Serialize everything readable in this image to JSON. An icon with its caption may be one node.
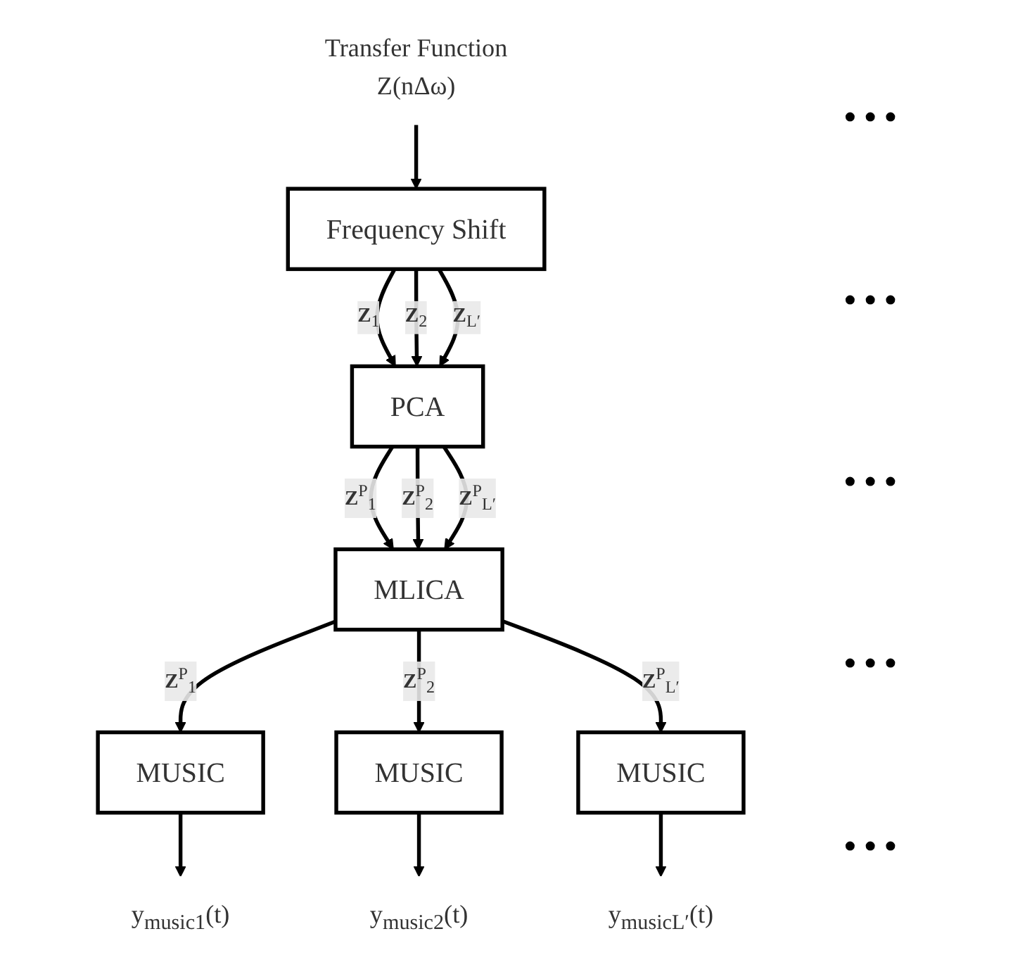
{
  "diagram": {
    "nodes": [
      {
        "text": [
          "Transfer Function",
          "Z(nΔω)"
        ]
      },
      {
        "text": [
          "Frequency Shift"
        ]
      },
      {
        "text": [
          "PCA"
        ]
      },
      {
        "text": [
          "MLICA"
        ]
      },
      {
        "text": [
          "MUSIC"
        ]
      },
      {
        "text": [
          "MUSIC"
        ]
      },
      {
        "text": [
          "MUSIC"
        ]
      },
      {
        "text": [
          "y$_{music1}$(t)"
        ]
      },
      {
        "text": [
          "y$_{music2}$(t)"
        ]
      },
      {
        "text": [
          "y$_{musicL′}$(t)"
        ]
      }
    ],
    "edges": [
      {
        "from": 0,
        "to": 1,
        "arrow": "to"
      },
      {
        "from": 1,
        "to": 2,
        "arrow": "to",
        "label": "**Z**$_{1}$"
      },
      {
        "from": 1,
        "to": 2,
        "arrow": "to",
        "label": "**Z**$_{2}$"
      },
      {
        "from": 1,
        "to": 2,
        "arrow": "to",
        "label": "**Z**$_{L′}$"
      },
      {
        "from": 2,
        "to": 3,
        "arrow": "to",
        "label": "**Z**$^{P}$$_{1}$"
      },
      {
        "from": 2,
        "to": 3,
        "arrow": "to",
        "label": "**Z**$^{P}$$_{2}$"
      },
      {
        "from": 2,
        "to": 3,
        "arrow": "to",
        "label": "**Z**$^{P}$$_{L′}$"
      },
      {
        "from": 3,
        "to": 4,
        "arrow": "to",
        "label": "**Z**$^{P}$$_{1}$"
      },
      {
        "from": 3,
        "to": 5,
        "arrow": "to",
        "label": "**Z**$^{P}$$_{2}$"
      },
      {
        "from": 3,
        "to": 6,
        "arrow": "to",
        "label": "**Z**$^{P}$$_{L′}$"
      },
      {
        "from": 4,
        "to": 7,
        "arrow": "to"
      },
      {
        "from": 5,
        "to": 8,
        "arrow": "to"
      },
      {
        "from": 6,
        "to": 9,
        "arrow": "to"
      }
    ],
    "labels": [
      "• • •",
      "• • •",
      "• • •",
      "• • •",
      "• • •"
    ]
  }
}
